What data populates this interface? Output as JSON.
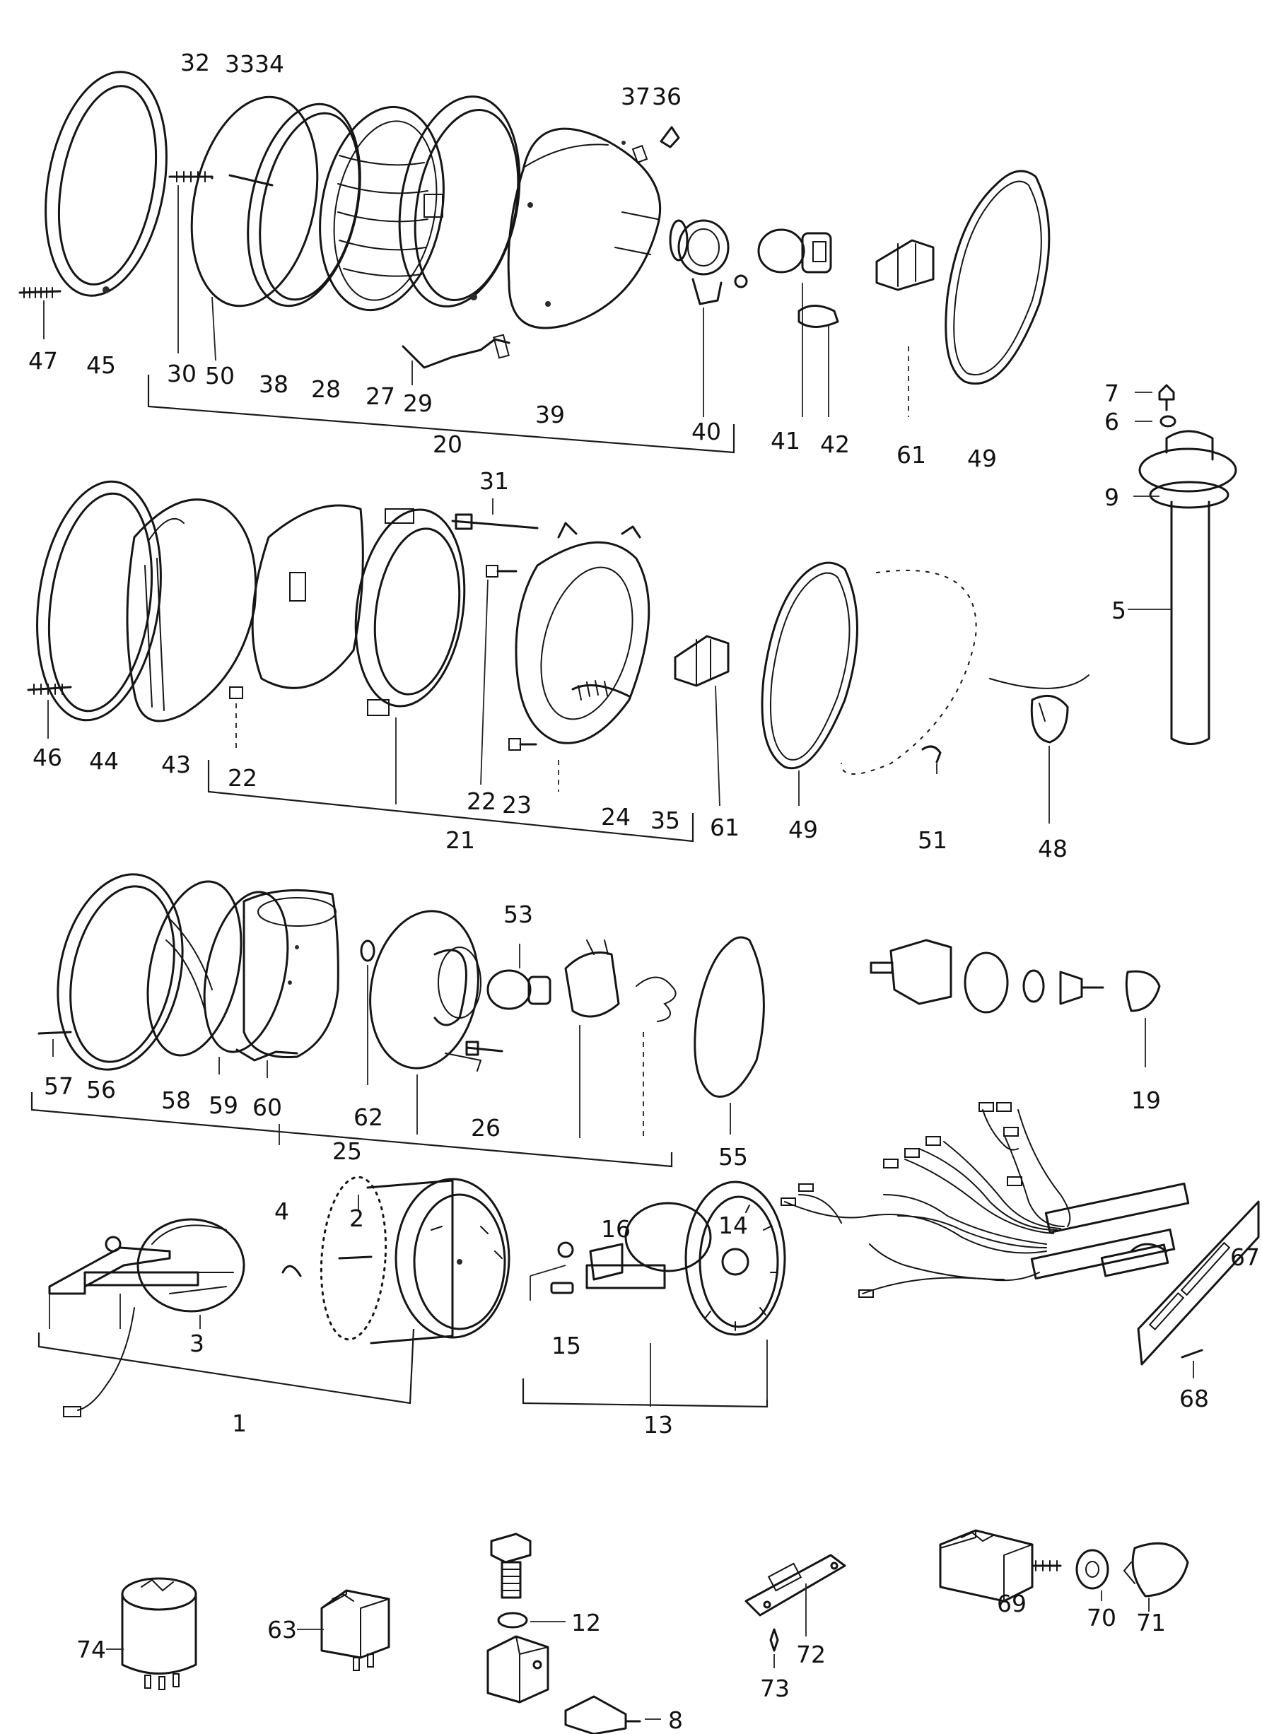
{
  "labels": {
    "l1": "1",
    "l2": "2",
    "l3": "3",
    "l4": "4",
    "l5": "5",
    "l6": "6",
    "l7": "7",
    "l8": "8",
    "l9": "9",
    "l12": "12",
    "l13": "13",
    "l14": "14",
    "l15": "15",
    "l16": "16",
    "l19": "19",
    "l20": "20",
    "l21": "21",
    "l22a": "22",
    "l22b": "22",
    "l23": "23",
    "l24": "24",
    "l25": "25",
    "l26": "26",
    "l27": "27",
    "l28": "28",
    "l29": "29",
    "l30": "30",
    "l31": "31",
    "l32": "32",
    "l33": "33",
    "l34": "34",
    "l35": "35",
    "l36": "36",
    "l37": "37",
    "l38": "38",
    "l39": "39",
    "l40": "40",
    "l41": "41",
    "l42": "42",
    "l43": "43",
    "l44": "44",
    "l45": "45",
    "l46": "46",
    "l47": "47",
    "l48": "48",
    "l49a": "49",
    "l49b": "49",
    "l50": "50",
    "l51": "51",
    "l53": "53",
    "l55": "55",
    "l56": "56",
    "l57": "57",
    "l58": "58",
    "l59": "59",
    "l60": "60",
    "l61a": "61",
    "l61b": "61",
    "l62": "62",
    "l63": "63",
    "l67": "67",
    "l68": "68",
    "l69": "69",
    "l70": "70",
    "l71": "71",
    "l72": "72",
    "l73": "73",
    "l74": "74"
  }
}
